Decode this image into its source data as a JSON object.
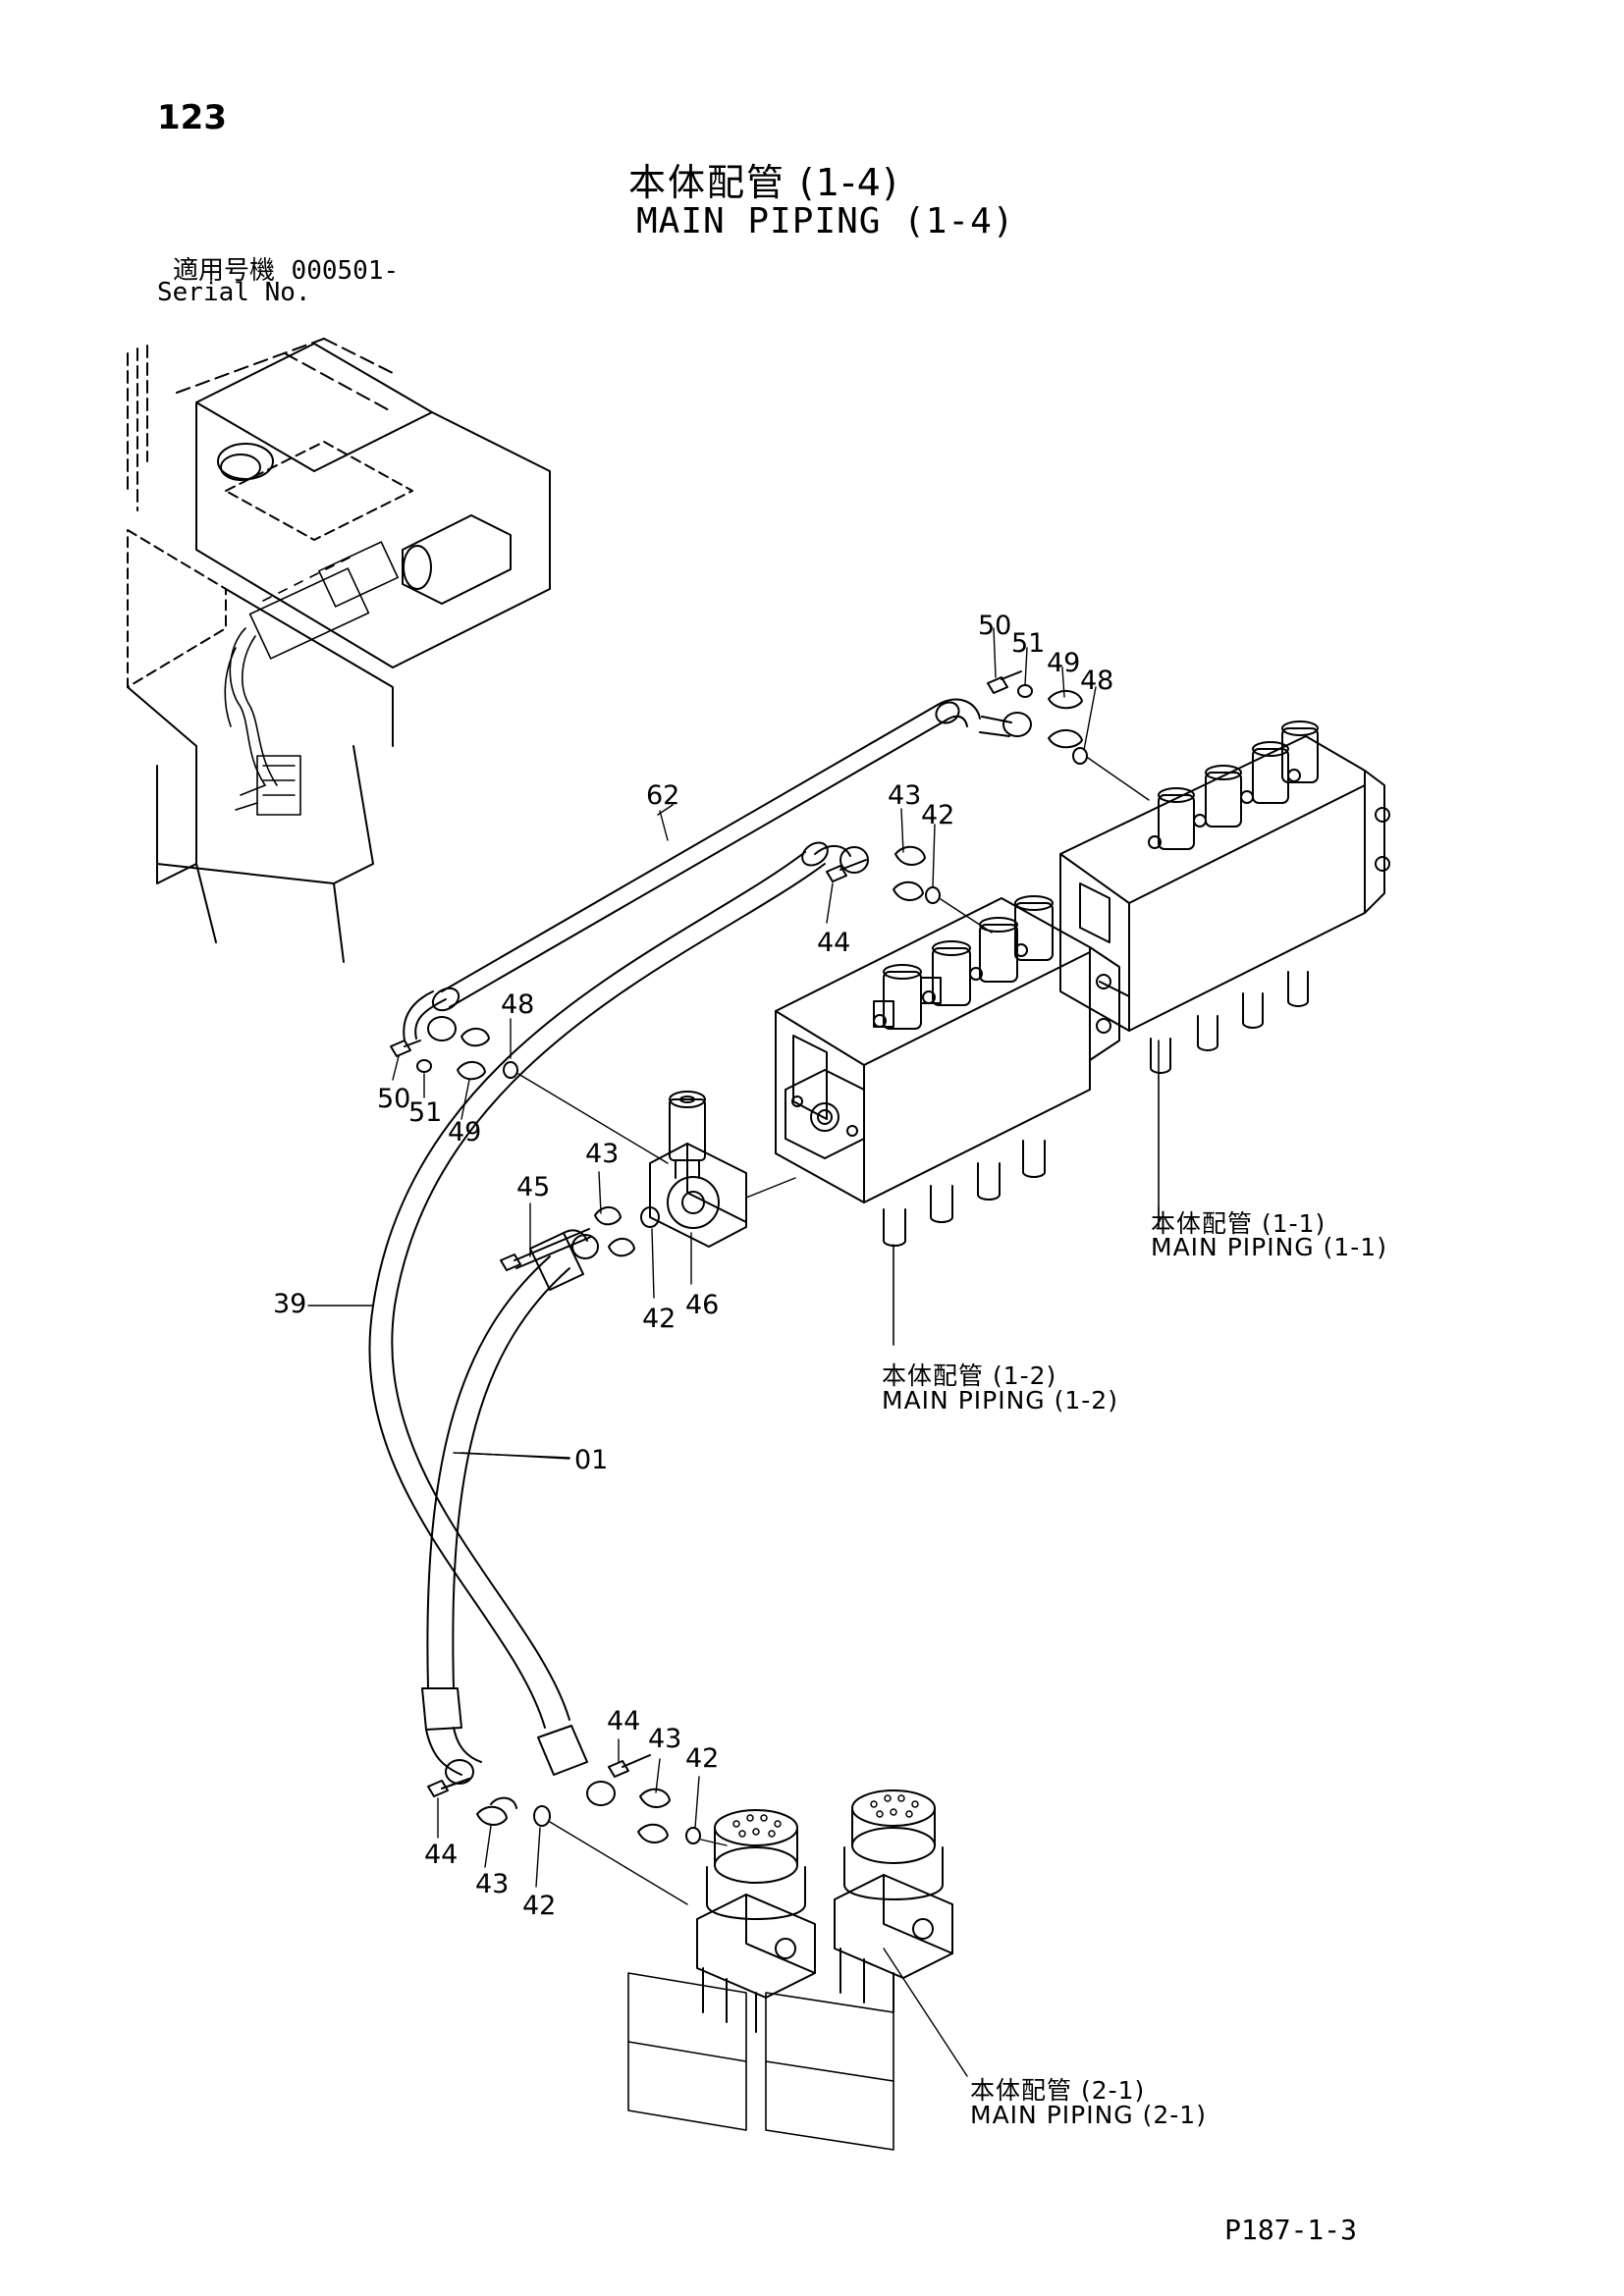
{
  "page_number": "123",
  "title_jp": "本体配管 (1-4)",
  "title_en": "MAIN PIPING (1-4)",
  "serial_label_jp": "適用号機",
  "serial_number": "000501-",
  "serial_label_en": "Serial No.",
  "callouts": {
    "c50a": "50",
    "c51a": "51",
    "c49a": "49",
    "c48a": "48",
    "c62": "62",
    "c43a": "43",
    "c42a": "42",
    "c44a": "44",
    "c48b": "48",
    "c50b": "50",
    "c51b": "51",
    "c49b": "49",
    "c45": "45",
    "c43b": "43",
    "c42b": "42",
    "c46": "46",
    "c39": "39",
    "c01": "01",
    "c44b": "44",
    "c43c": "43",
    "c42c": "42",
    "c44c": "44",
    "c43d": "43",
    "c42d": "42"
  },
  "references": {
    "ref_1_1_jp": "本体配管 (1-1)",
    "ref_1_1_en": "MAIN PIPING (1-1)",
    "ref_1_2_jp": "本体配管 (1-2)",
    "ref_1_2_en": "MAIN PIPING (1-2)",
    "ref_2_1_jp": "本体配管 (2-1)",
    "ref_2_1_en": "MAIN  PIPING (2-1)"
  },
  "footer_code": "P187-1-3"
}
